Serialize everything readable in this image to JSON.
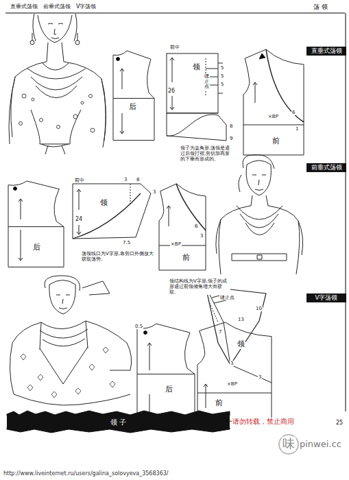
{
  "diagram": {
    "nodes": [
      {
        "text": [
          "直垂式荡领"
        ]
      },
      {
        "text": [
          "前垂式荡领"
        ]
      },
      {
        "text": [
          "V字荡领"
        ]
      },
      {
        "text": [
          "领 子"
        ]
      }
    ],
    "edges": [],
    "labels": [
      "直垂式荡领　前垂式荡领　V字荡领",
      "荡 领",
      "后",
      "前中",
      "领",
      "26",
      "5",
      "5",
      "5",
      "缝止点",
      "8",
      "9",
      "领子为直角形,荡领是通过后领打褶,剪切加高量的下垂而形成的。",
      "×BP",
      "6",
      "1",
      "前",
      "后",
      "前中",
      "领",
      "24",
      "3",
      "8",
      "3",
      "7.5",
      "荡领线口为V字形,靠剪口外侧放大获取荡势。",
      "×BP",
      "6",
      "3",
      "前",
      "领结构线为V字形,领子的成形通过前领倾角增大而获取。",
      "0.5",
      "后",
      "缝止点",
      "10",
      "13",
      "7",
      "领",
      "3",
      "3",
      "×BP",
      "前",
      "请勿转载，禁止商用",
      "25",
      "味",
      "pinwei.cc",
      "http://www.liveinternet.ru/users/galina_solovyeva_3568363/"
    ]
  }
}
